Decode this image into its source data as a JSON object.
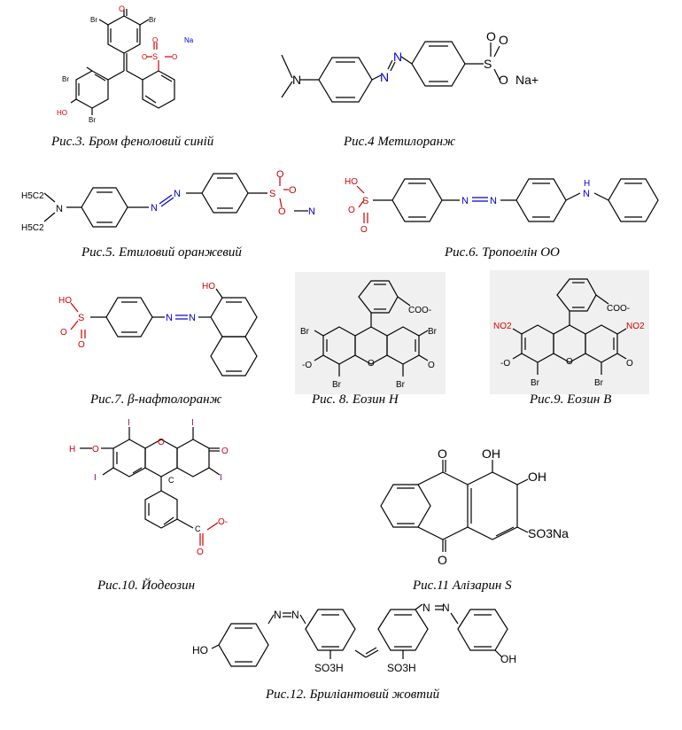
{
  "figures": [
    {
      "id": "fig3",
      "caption": "Рис.3. Бром феноловий синій",
      "atoms": [
        "Br",
        "O",
        "Br",
        "Na",
        "S",
        "O",
        "O",
        "O",
        "Br",
        "HO",
        "Br"
      ]
    },
    {
      "id": "fig4",
      "caption": "Рис.4 Метилоранж",
      "atoms": [
        "N",
        "N",
        "N",
        "S",
        "O",
        "O",
        "O",
        "Na+"
      ]
    },
    {
      "id": "fig5",
      "caption": "Рис.5. Етиловий оранжевий",
      "atoms": [
        "H5C2",
        "N",
        "H5C2",
        "N",
        "N",
        "S",
        "O",
        "O",
        "O",
        "N"
      ]
    },
    {
      "id": "fig6",
      "caption": "Рис.6. Тропоелін ОО",
      "atoms": [
        "HO",
        "S",
        "O",
        "O",
        "N",
        "N",
        "N",
        "H"
      ]
    },
    {
      "id": "fig7",
      "caption": "Рис.7. β-нафтолоранж",
      "atoms": [
        "HO",
        "S",
        "O",
        "O",
        "N",
        "N",
        "HO"
      ]
    },
    {
      "id": "fig8",
      "caption": "Рис. 8.  Еозин Н",
      "atoms": [
        "COO-",
        "Br",
        "Br",
        "-O",
        "O",
        "O",
        "Br",
        "Br"
      ]
    },
    {
      "id": "fig9",
      "caption": "Рис.9. Еозин В",
      "atoms": [
        "COO-",
        "NO2",
        "NO2",
        "-O",
        "O",
        "O",
        "Br",
        "Br"
      ]
    },
    {
      "id": "fig10",
      "caption": "Рис.10. Йодеозин",
      "atoms": [
        "H",
        "O",
        "I",
        "O",
        "I",
        "O",
        "I",
        "C",
        "I",
        "C",
        "O",
        "O-"
      ]
    },
    {
      "id": "fig11",
      "caption": "Рис.11 Алізарин S",
      "atoms": [
        "O",
        "OH",
        "OH",
        "O",
        "SO3Na"
      ]
    },
    {
      "id": "fig12",
      "caption": "Рис.12. Бриліантовий жовтий",
      "atoms": [
        "HO",
        "N",
        "N",
        "SO3H",
        "SO3H",
        "N",
        "N",
        "OH"
      ]
    }
  ]
}
